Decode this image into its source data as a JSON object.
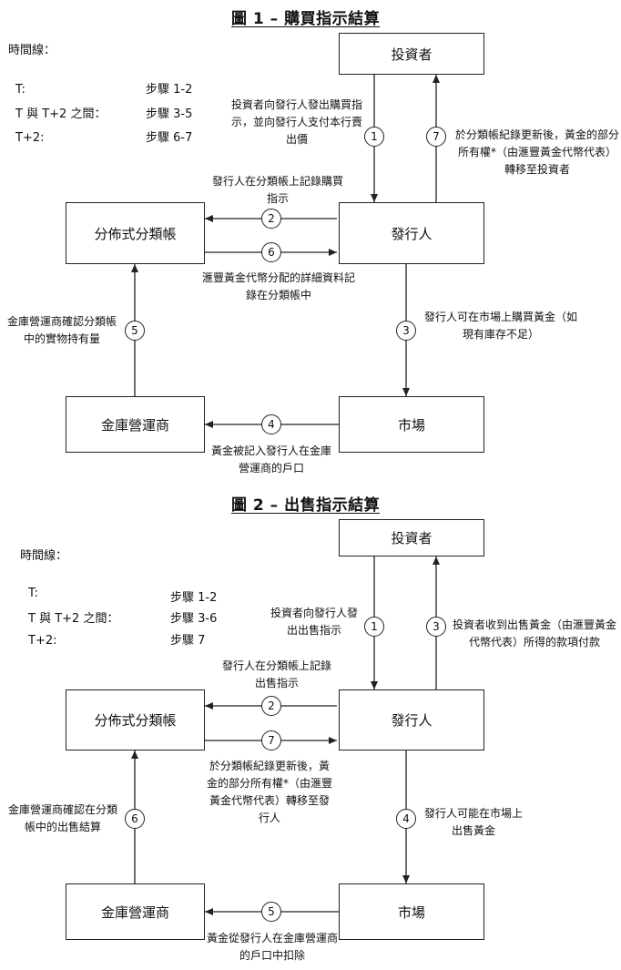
{
  "fig1": {
    "title": "圖 1 – 購買指示結算",
    "timeline_label": "時間線：",
    "timeline": [
      {
        "period": "T:",
        "steps": "步驟 1-2"
      },
      {
        "period": "T 與 T+2 之間：",
        "steps": "步驟 3-5"
      },
      {
        "period": "T+2:",
        "steps": "步驟 6-7"
      }
    ],
    "boxes": {
      "investor": "投資者",
      "issuer": "發行人",
      "ledger": "分佈式分類帳",
      "custodian": "金庫營運商",
      "market": "市場"
    },
    "steps": [
      "1",
      "2",
      "3",
      "4",
      "5",
      "6",
      "7"
    ],
    "notes": {
      "s1": "投資者向發行人發出購買指示，並向發行人支付本行賣出價",
      "s2": "發行人在分類帳上記錄購買指示",
      "s3": "發行人可在市場上購買黃金（如現有庫存不足）",
      "s4": "黃金被記入發行人在金庫營運商的戶口",
      "s5": "金庫營運商確認分類帳中的實物持有量",
      "s6": "滙豐黃金代幣分配的詳細資料記錄在分類帳中",
      "s7": "於分類帳紀錄更新後，黃金的部分所有權*（由滙豐黃金代幣代表）轉移至投資者"
    }
  },
  "fig2": {
    "title": "圖 2 – 出售指示結算",
    "timeline_label": "時間線：",
    "timeline": [
      {
        "period": "T:",
        "steps": "步驟 1-2"
      },
      {
        "period": "T 與 T+2 之間：",
        "steps": "步驟 3-6"
      },
      {
        "period": "T+2:",
        "steps": "步驟 7"
      }
    ],
    "boxes": {
      "investor": "投資者",
      "issuer": "發行人",
      "ledger": "分佈式分類帳",
      "custodian": "金庫營運商",
      "market": "市場"
    },
    "steps": [
      "1",
      "2",
      "3",
      "4",
      "5",
      "6",
      "7"
    ],
    "notes": {
      "s1": "投資者向發行人發出出售指示",
      "s2": "發行人在分類帳上記錄出售指示",
      "s3": "投資者收到出售黃金（由滙豐黃金代幣代表）所得的款項付款",
      "s4": "發行人可能在市場上出售黃金",
      "s5": "黃金從發行人在金庫營運商的戶口中扣除",
      "s6": "金庫營運商確認在分類帳中的出售結算",
      "s7": "於分類帳紀錄更新後，黃金的部分所有權*（由滙豐黃金代幣代表）轉移至發行人"
    }
  }
}
